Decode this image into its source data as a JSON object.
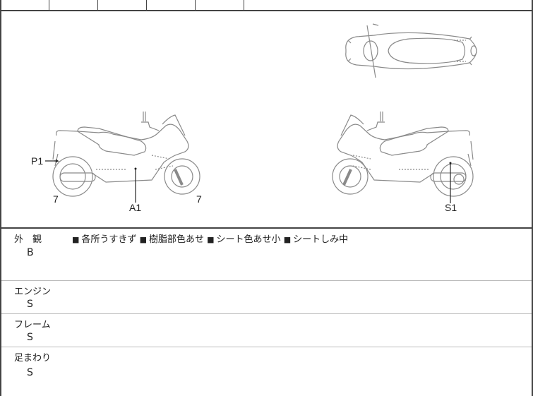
{
  "header_row": {
    "columns": [
      "",
      "",
      "",
      "",
      "",
      ""
    ]
  },
  "diagram": {
    "views": [
      "top-view",
      "left-side-view",
      "right-side-view"
    ],
    "labels": {
      "p1": "P1",
      "a1": "A1",
      "s1": "S1",
      "rear_wheel_left": "7",
      "front_wheel_left": "7"
    }
  },
  "sections": [
    {
      "title": "外　観",
      "grade": "B",
      "notes": [
        "各所うすきず",
        "樹脂部色あせ",
        "シート色あせ小",
        "シートしみ中"
      ]
    },
    {
      "title": "エンジン",
      "grade": "S"
    },
    {
      "title": "フレーム",
      "grade": "S"
    },
    {
      "title": "足まわり",
      "grade": "S"
    }
  ],
  "colors": {
    "border": "#444444",
    "divider": "#bbbbbb",
    "line_art": "#8a8a8a"
  }
}
